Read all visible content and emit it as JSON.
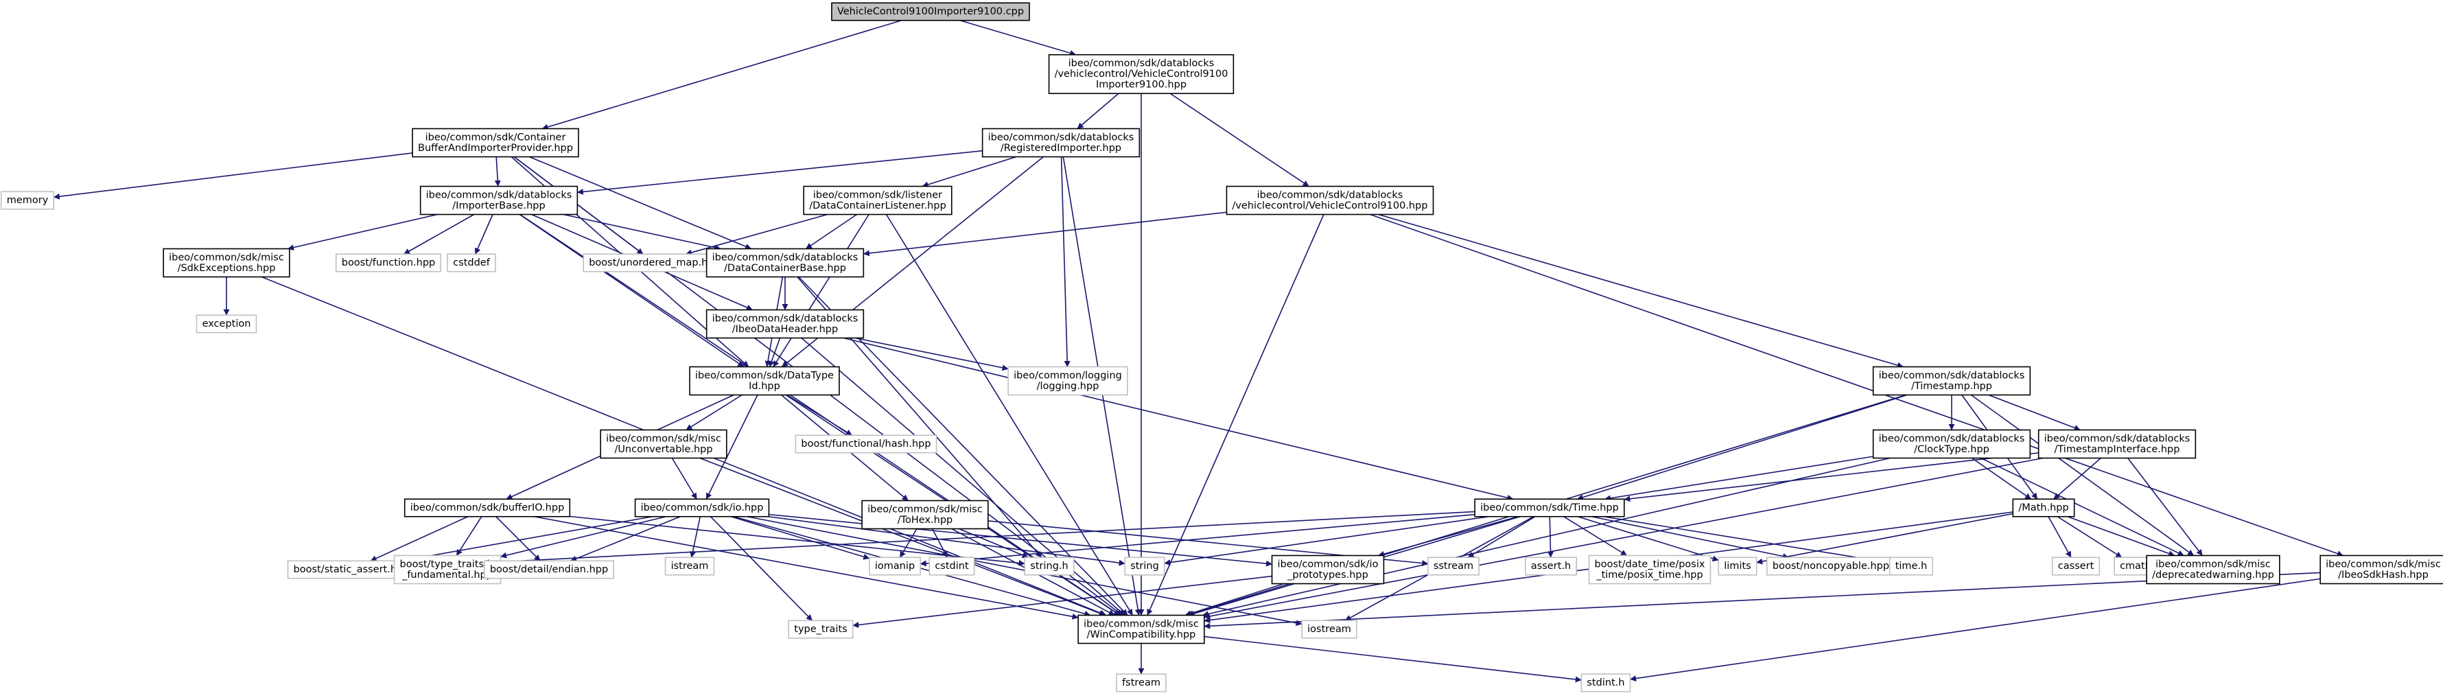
{
  "colors": {
    "edge": "#191970",
    "root_fill": "#bfbfbf",
    "node_border": "#000000",
    "external_border": "#bfbfbf",
    "text": "#000000",
    "background": "#ffffff"
  },
  "nodes": [
    {
      "id": "root",
      "kind": "root",
      "lines": [
        "VehicleControl9100Importer9100.cpp"
      ]
    },
    {
      "id": "vc_importer_hpp",
      "kind": "file",
      "lines": [
        "ibeo/common/sdk/datablocks",
        "/vehiclecontrol/VehicleControl9100",
        "Importer9100.hpp"
      ]
    },
    {
      "id": "container_buffer",
      "kind": "file",
      "lines": [
        "ibeo/common/sdk/Container",
        "BufferAndImporterProvider.hpp"
      ]
    },
    {
      "id": "registered_importer",
      "kind": "file",
      "lines": [
        "ibeo/common/sdk/datablocks",
        "/RegisteredImporter.hpp"
      ]
    },
    {
      "id": "memory",
      "kind": "external",
      "lines": [
        "memory"
      ]
    },
    {
      "id": "importer_base",
      "kind": "file",
      "lines": [
        "ibeo/common/sdk/datablocks",
        "/ImporterBase.hpp"
      ]
    },
    {
      "id": "dc_listener",
      "kind": "file",
      "lines": [
        "ibeo/common/sdk/listener",
        "/DataContainerListener.hpp"
      ]
    },
    {
      "id": "vc9100_hpp",
      "kind": "file",
      "lines": [
        "ibeo/common/sdk/datablocks",
        "/vehiclecontrol/VehicleControl9100.hpp"
      ]
    },
    {
      "id": "sdk_exceptions",
      "kind": "file",
      "lines": [
        "ibeo/common/sdk/misc",
        "/SdkExceptions.hpp"
      ]
    },
    {
      "id": "boost_function",
      "kind": "external",
      "lines": [
        "boost/function.hpp"
      ]
    },
    {
      "id": "cstddef",
      "kind": "external",
      "lines": [
        "cstddef"
      ]
    },
    {
      "id": "boost_unordered_map",
      "kind": "external",
      "lines": [
        "boost/unordered_map.hpp"
      ]
    },
    {
      "id": "dc_base",
      "kind": "file",
      "lines": [
        "ibeo/common/sdk/datablocks",
        "/DataContainerBase.hpp"
      ]
    },
    {
      "id": "exception",
      "kind": "external",
      "lines": [
        "exception"
      ]
    },
    {
      "id": "ibeo_data_header",
      "kind": "file",
      "lines": [
        "ibeo/common/sdk/datablocks",
        "/IbeoDataHeader.hpp"
      ]
    },
    {
      "id": "logging",
      "kind": "external",
      "lines": [
        "ibeo/common/logging",
        "/logging.hpp"
      ]
    },
    {
      "id": "datatype_id",
      "kind": "file",
      "lines": [
        "ibeo/common/sdk/DataType",
        "Id.hpp"
      ]
    },
    {
      "id": "timestamp",
      "kind": "file",
      "lines": [
        "ibeo/common/sdk/datablocks",
        "/Timestamp.hpp"
      ]
    },
    {
      "id": "unconvertable",
      "kind": "file",
      "lines": [
        "ibeo/common/sdk/misc",
        "/Unconvertable.hpp"
      ]
    },
    {
      "id": "boost_functional_hash",
      "kind": "external",
      "lines": [
        "boost/functional/hash.hpp"
      ]
    },
    {
      "id": "clock_type",
      "kind": "file",
      "lines": [
        "ibeo/common/sdk/datablocks",
        "/ClockType.hpp"
      ]
    },
    {
      "id": "timestamp_interface",
      "kind": "file",
      "lines": [
        "ibeo/common/sdk/datablocks",
        "/TimestampInterface.hpp"
      ]
    },
    {
      "id": "buffer_io",
      "kind": "file",
      "lines": [
        "ibeo/common/sdk/bufferIO.hpp"
      ]
    },
    {
      "id": "io_hpp",
      "kind": "file",
      "lines": [
        "ibeo/common/sdk/io.hpp"
      ]
    },
    {
      "id": "tohex",
      "kind": "file",
      "lines": [
        "ibeo/common/sdk/misc",
        "/ToHex.hpp"
      ]
    },
    {
      "id": "time_hpp",
      "kind": "file",
      "lines": [
        "ibeo/common/sdk/Time.hpp"
      ]
    },
    {
      "id": "math_hpp",
      "kind": "file",
      "lines": [
        "/Math.hpp"
      ]
    },
    {
      "id": "ibeo_sdk_hash",
      "kind": "file",
      "lines": [
        "ibeo/common/sdk/misc",
        "/IbeoSdkHash.hpp"
      ]
    },
    {
      "id": "boost_static_assert",
      "kind": "external",
      "lines": [
        "boost/static_assert.hpp"
      ]
    },
    {
      "id": "boost_type_traits",
      "kind": "external",
      "lines": [
        "boost/type_traits/is",
        "_fundamental.hpp"
      ]
    },
    {
      "id": "boost_endian",
      "kind": "external",
      "lines": [
        "boost/detail/endian.hpp"
      ]
    },
    {
      "id": "istream",
      "kind": "external",
      "lines": [
        "istream"
      ]
    },
    {
      "id": "iomanip",
      "kind": "external",
      "lines": [
        "iomanip"
      ]
    },
    {
      "id": "cstdint",
      "kind": "external",
      "lines": [
        "cstdint"
      ]
    },
    {
      "id": "string_h",
      "kind": "external",
      "lines": [
        "string.h"
      ]
    },
    {
      "id": "string",
      "kind": "external",
      "lines": [
        "string"
      ]
    },
    {
      "id": "io_prototypes",
      "kind": "file",
      "lines": [
        "ibeo/common/sdk/io",
        "_prototypes.hpp"
      ]
    },
    {
      "id": "sstream",
      "kind": "external",
      "lines": [
        "sstream"
      ]
    },
    {
      "id": "assert_h",
      "kind": "external",
      "lines": [
        "assert.h"
      ]
    },
    {
      "id": "boost_posix_time",
      "kind": "external",
      "lines": [
        "boost/date_time/posix",
        "_time/posix_time.hpp"
      ]
    },
    {
      "id": "limits",
      "kind": "external",
      "lines": [
        "limits"
      ]
    },
    {
      "id": "boost_noncopyable",
      "kind": "external",
      "lines": [
        "boost/noncopyable.hpp"
      ]
    },
    {
      "id": "time_h",
      "kind": "external",
      "lines": [
        "time.h"
      ]
    },
    {
      "id": "cassert",
      "kind": "external",
      "lines": [
        "cassert"
      ]
    },
    {
      "id": "cmath",
      "kind": "external",
      "lines": [
        "cmath"
      ]
    },
    {
      "id": "deprecated_warning",
      "kind": "file",
      "lines": [
        "ibeo/common/sdk/misc",
        "/deprecatedwarning.hpp"
      ]
    },
    {
      "id": "type_traits",
      "kind": "external",
      "lines": [
        "type_traits"
      ]
    },
    {
      "id": "win_compat",
      "kind": "file",
      "lines": [
        "ibeo/common/sdk/misc",
        "/WinCompatibility.hpp"
      ]
    },
    {
      "id": "iostream",
      "kind": "external",
      "lines": [
        "iostream"
      ]
    },
    {
      "id": "fstream",
      "kind": "external",
      "lines": [
        "fstream"
      ]
    },
    {
      "id": "stdint_h",
      "kind": "external",
      "lines": [
        "stdint.h"
      ]
    }
  ],
  "edges": [
    [
      "root",
      "container_buffer"
    ],
    [
      "root",
      "vc_importer_hpp"
    ],
    [
      "vc_importer_hpp",
      "registered_importer"
    ],
    [
      "vc_importer_hpp",
      "vc9100_hpp"
    ],
    [
      "vc_importer_hpp",
      "win_compat"
    ],
    [
      "container_buffer",
      "memory"
    ],
    [
      "container_buffer",
      "importer_base"
    ],
    [
      "container_buffer",
      "dc_base"
    ],
    [
      "container_buffer",
      "datatype_id"
    ],
    [
      "container_buffer",
      "boost_unordered_map"
    ],
    [
      "container_buffer",
      "win_compat"
    ],
    [
      "registered_importer",
      "importer_base"
    ],
    [
      "registered_importer",
      "dc_listener"
    ],
    [
      "registered_importer",
      "datatype_id"
    ],
    [
      "registered_importer",
      "logging"
    ],
    [
      "registered_importer",
      "win_compat"
    ],
    [
      "importer_base",
      "sdk_exceptions"
    ],
    [
      "importer_base",
      "boost_function"
    ],
    [
      "importer_base",
      "cstddef"
    ],
    [
      "importer_base",
      "dc_base"
    ],
    [
      "importer_base",
      "ibeo_data_header"
    ],
    [
      "importer_base",
      "datatype_id"
    ],
    [
      "importer_base",
      "win_compat"
    ],
    [
      "dc_listener",
      "boost_unordered_map"
    ],
    [
      "dc_listener",
      "dc_base"
    ],
    [
      "dc_listener",
      "datatype_id"
    ],
    [
      "dc_listener",
      "win_compat"
    ],
    [
      "vc9100_hpp",
      "dc_base"
    ],
    [
      "vc9100_hpp",
      "timestamp"
    ],
    [
      "vc9100_hpp",
      "ibeo_sdk_hash"
    ],
    [
      "vc9100_hpp",
      "win_compat"
    ],
    [
      "sdk_exceptions",
      "exception"
    ],
    [
      "sdk_exceptions",
      "win_compat"
    ],
    [
      "dc_base",
      "ibeo_data_header"
    ],
    [
      "dc_base",
      "datatype_id"
    ],
    [
      "dc_base",
      "string_h"
    ],
    [
      "dc_base",
      "win_compat"
    ],
    [
      "ibeo_data_header",
      "datatype_id"
    ],
    [
      "ibeo_data_header",
      "logging"
    ],
    [
      "ibeo_data_header",
      "time_hpp"
    ],
    [
      "ibeo_data_header",
      "win_compat"
    ],
    [
      "datatype_id",
      "unconvertable"
    ],
    [
      "datatype_id",
      "boost_functional_hash"
    ],
    [
      "datatype_id",
      "buffer_io"
    ],
    [
      "datatype_id",
      "io_hpp"
    ],
    [
      "datatype_id",
      "tohex"
    ],
    [
      "datatype_id",
      "win_compat"
    ],
    [
      "timestamp",
      "clock_type"
    ],
    [
      "timestamp",
      "timestamp_interface"
    ],
    [
      "timestamp",
      "time_hpp"
    ],
    [
      "timestamp",
      "math_hpp"
    ],
    [
      "timestamp",
      "deprecated_warning"
    ],
    [
      "timestamp",
      "win_compat"
    ],
    [
      "unconvertable",
      "io_hpp"
    ],
    [
      "unconvertable",
      "win_compat"
    ],
    [
      "clock_type",
      "time_hpp"
    ],
    [
      "clock_type",
      "math_hpp"
    ],
    [
      "clock_type",
      "deprecated_warning"
    ],
    [
      "clock_type",
      "win_compat"
    ],
    [
      "timestamp_interface",
      "time_hpp"
    ],
    [
      "timestamp_interface",
      "math_hpp"
    ],
    [
      "timestamp_interface",
      "deprecated_warning"
    ],
    [
      "timestamp_interface",
      "win_compat"
    ],
    [
      "buffer_io",
      "boost_static_assert"
    ],
    [
      "buffer_io",
      "boost_type_traits"
    ],
    [
      "buffer_io",
      "boost_endian"
    ],
    [
      "buffer_io",
      "string_h"
    ],
    [
      "buffer_io",
      "win_compat"
    ],
    [
      "io_hpp",
      "boost_static_assert"
    ],
    [
      "io_hpp",
      "boost_type_traits"
    ],
    [
      "io_hpp",
      "boost_endian"
    ],
    [
      "io_hpp",
      "istream"
    ],
    [
      "io_hpp",
      "iomanip"
    ],
    [
      "io_hpp",
      "type_traits"
    ],
    [
      "io_hpp",
      "string"
    ],
    [
      "io_hpp",
      "io_prototypes"
    ],
    [
      "io_hpp",
      "win_compat"
    ],
    [
      "io_hpp",
      "iostream"
    ],
    [
      "tohex",
      "iomanip"
    ],
    [
      "tohex",
      "cstdint"
    ],
    [
      "tohex",
      "string_h"
    ],
    [
      "tohex",
      "sstream"
    ],
    [
      "tohex",
      "win_compat"
    ],
    [
      "time_hpp",
      "iomanip"
    ],
    [
      "time_hpp",
      "string"
    ],
    [
      "time_hpp",
      "io_prototypes"
    ],
    [
      "time_hpp",
      "sstream"
    ],
    [
      "time_hpp",
      "assert_h"
    ],
    [
      "time_hpp",
      "boost_posix_time"
    ],
    [
      "time_hpp",
      "limits"
    ],
    [
      "time_hpp",
      "boost_noncopyable"
    ],
    [
      "time_hpp",
      "time_h"
    ],
    [
      "time_hpp",
      "win_compat"
    ],
    [
      "time_hpp",
      "iostream"
    ],
    [
      "time_hpp",
      "boost_static_assert"
    ],
    [
      "math_hpp",
      "limits"
    ],
    [
      "math_hpp",
      "cassert"
    ],
    [
      "math_hpp",
      "cmath"
    ],
    [
      "math_hpp",
      "deprecated_warning"
    ],
    [
      "math_hpp",
      "win_compat"
    ],
    [
      "ibeo_sdk_hash",
      "stdint_h"
    ],
    [
      "ibeo_sdk_hash",
      "win_compat"
    ],
    [
      "io_prototypes",
      "type_traits"
    ],
    [
      "io_prototypes",
      "win_compat"
    ],
    [
      "win_compat",
      "fstream"
    ],
    [
      "win_compat",
      "stdint_h"
    ]
  ]
}
